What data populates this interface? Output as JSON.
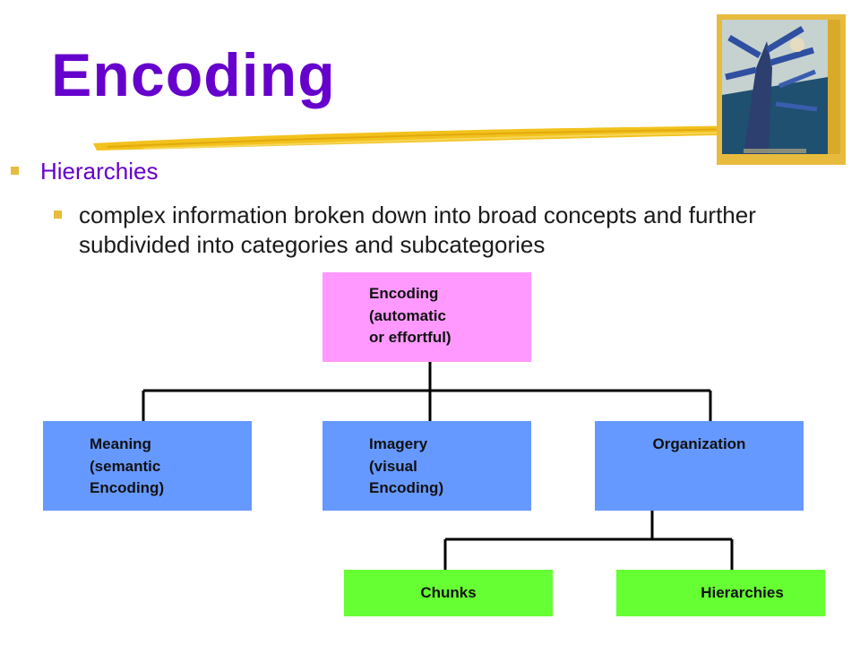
{
  "slide": {
    "title": "Encoding",
    "bullet_level1": "Hierarchies",
    "bullet_level2": "complex information broken down into broad concepts and further subdivided into categories and subcategories"
  },
  "diagram": {
    "root": "Encoding\n(automatic\nor effortful)",
    "meaning": "Meaning\n(semantic\nEncoding)",
    "imagery": "Imagery\n(visual\nEncoding)",
    "organization": "Organization",
    "chunks": "Chunks",
    "hierarchies": "Hierarchies"
  },
  "colors": {
    "title": "#6600cc",
    "root_box": "#ff99ff",
    "level2_box": "#6699ff",
    "level3_box": "#66ff33",
    "bullet_square": "#e7bb3d"
  },
  "images": {
    "cover_image": "book-cover-tree-illustration"
  }
}
